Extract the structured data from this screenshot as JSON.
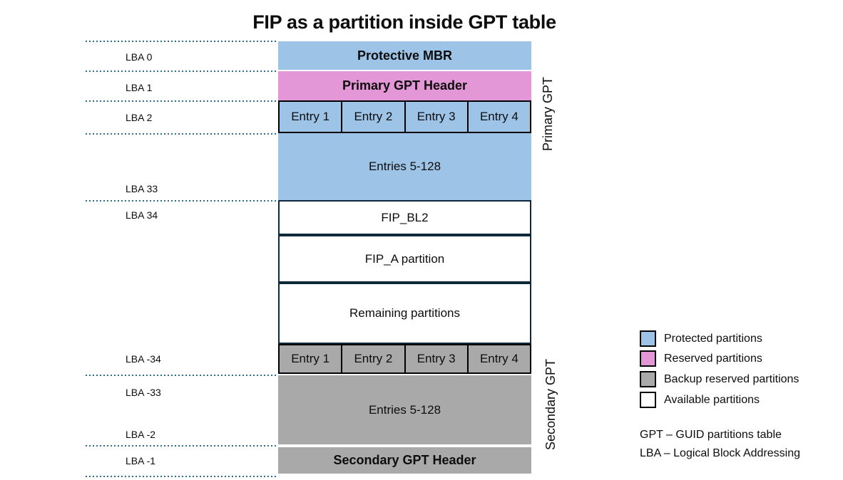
{
  "title": "FIP as a partition inside GPT table",
  "colors": {
    "protected": "#9DC3E6",
    "reserved": "#E397D7",
    "backup": "#A9A9A9",
    "available": "#FFFFFF",
    "dotted_line": "#2E6E8E",
    "fip_border": "#0E2A3A",
    "entry_border": "#000000"
  },
  "left_axis": {
    "labels": [
      "LBA 0",
      "LBA 1",
      "LBA 2",
      "LBA 33",
      "LBA 34",
      "LBA -34",
      "LBA -33",
      "LBA -2",
      "LBA -1"
    ]
  },
  "diagram": {
    "protective_mbr": "Protective MBR",
    "primary_gpt_header": "Primary GPT Header",
    "primary_entries": [
      "Entry 1",
      "Entry 2",
      "Entry 3",
      "Entry 4"
    ],
    "primary_entries_rest": "Entries 5-128",
    "fip_bl2": "FIP_BL2",
    "fip_a": "FIP_A partition",
    "remaining": "Remaining partitions",
    "secondary_entries": [
      "Entry 1",
      "Entry 2",
      "Entry 3",
      "Entry 4"
    ],
    "secondary_entries_rest": "Entries 5-128",
    "secondary_gpt_header": "Secondary GPT Header",
    "side_labels": {
      "primary": "Primary GPT",
      "secondary": "Secondary GPT"
    }
  },
  "legend": {
    "items": [
      {
        "label": "Protected partitions",
        "color": "#9DC3E6"
      },
      {
        "label": "Reserved partitions",
        "color": "#E397D7"
      },
      {
        "label": "Backup reserved partitions",
        "color": "#A9A9A9"
      },
      {
        "label": "Available partitions",
        "color": "#FFFFFF"
      }
    ],
    "footnotes": [
      "GPT – GUID partitions table",
      "LBA – Logical Block Addressing"
    ]
  }
}
